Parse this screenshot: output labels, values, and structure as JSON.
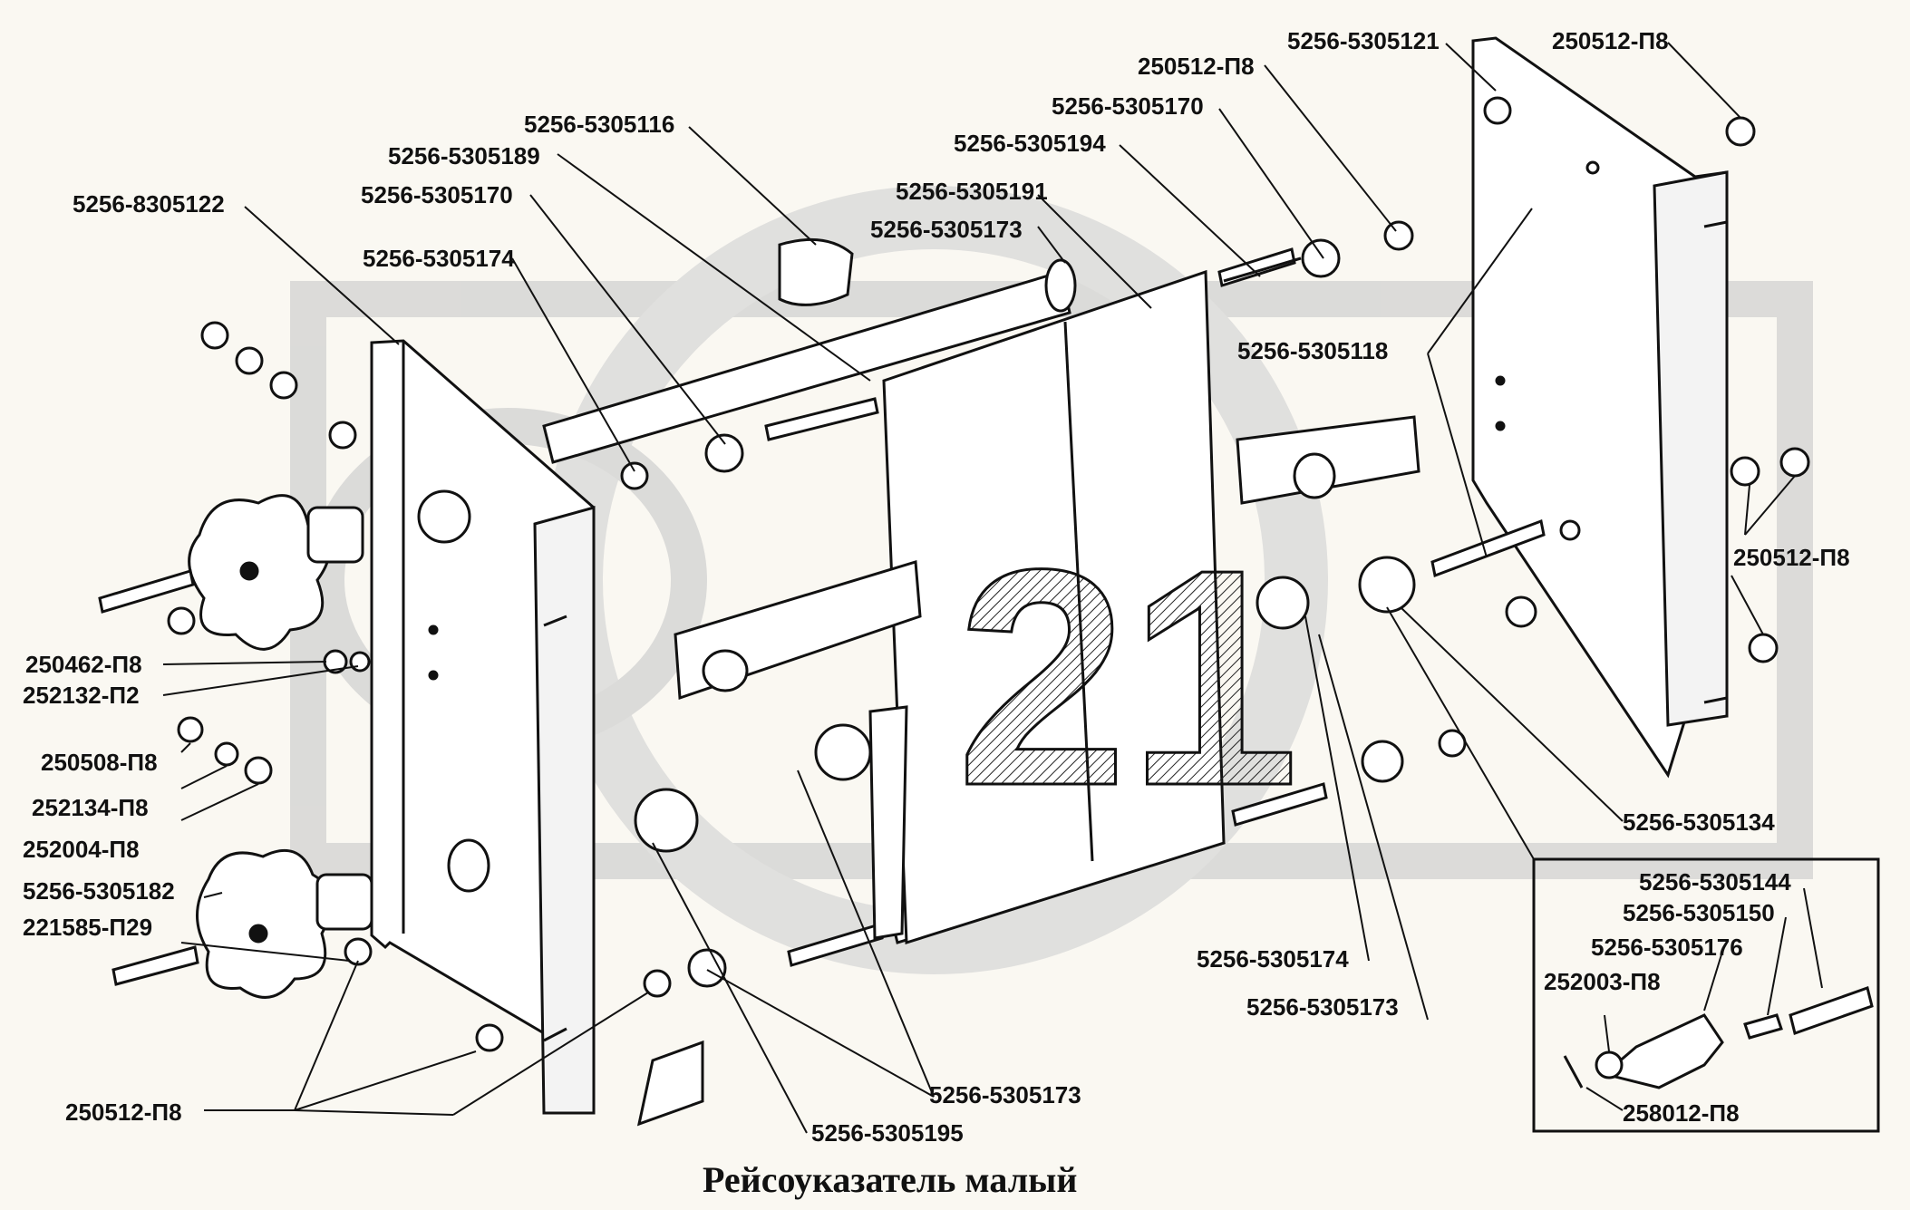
{
  "diagram": {
    "title": "Рейсоуказатель малый",
    "watermark": "21",
    "labels": {
      "p_8305122": "5256-8305122",
      "p_116": "5256-5305116",
      "p_189": "5256-5305189",
      "p_170_left": "5256-5305170",
      "p_174_top": "5256-5305174",
      "p_121": "5256-5305121",
      "p_250512_top_a": "250512-П8",
      "p_250512_top_b": "250512-П8",
      "p_170_right": "5256-5305170",
      "p_194": "5256-5305194",
      "p_191": "5256-5305191",
      "p_173_top": "5256-5305173",
      "p_118": "5256-5305118",
      "p_250512_right": "250512-П8",
      "p_250462": "250462-П8",
      "p_252132": "252132-П2",
      "p_250508": "250508-П8",
      "p_252134": "252134-П8",
      "p_252004": "252004-П8",
      "p_182": "5256-5305182",
      "p_221585": "221585-П29",
      "p_250512_bottom": "250512-П8",
      "p_195": "5256-5305195",
      "p_173_bottom": "5256-5305173",
      "p_174_mid": "5256-5305174",
      "p_173_mid": "5256-5305173",
      "p_134": "5256-5305134",
      "p_144": "5256-5305144",
      "p_150": "5256-5305150",
      "p_176": "5256-5305176",
      "p_252003": "252003-П8",
      "p_258012": "258012-П8"
    }
  }
}
